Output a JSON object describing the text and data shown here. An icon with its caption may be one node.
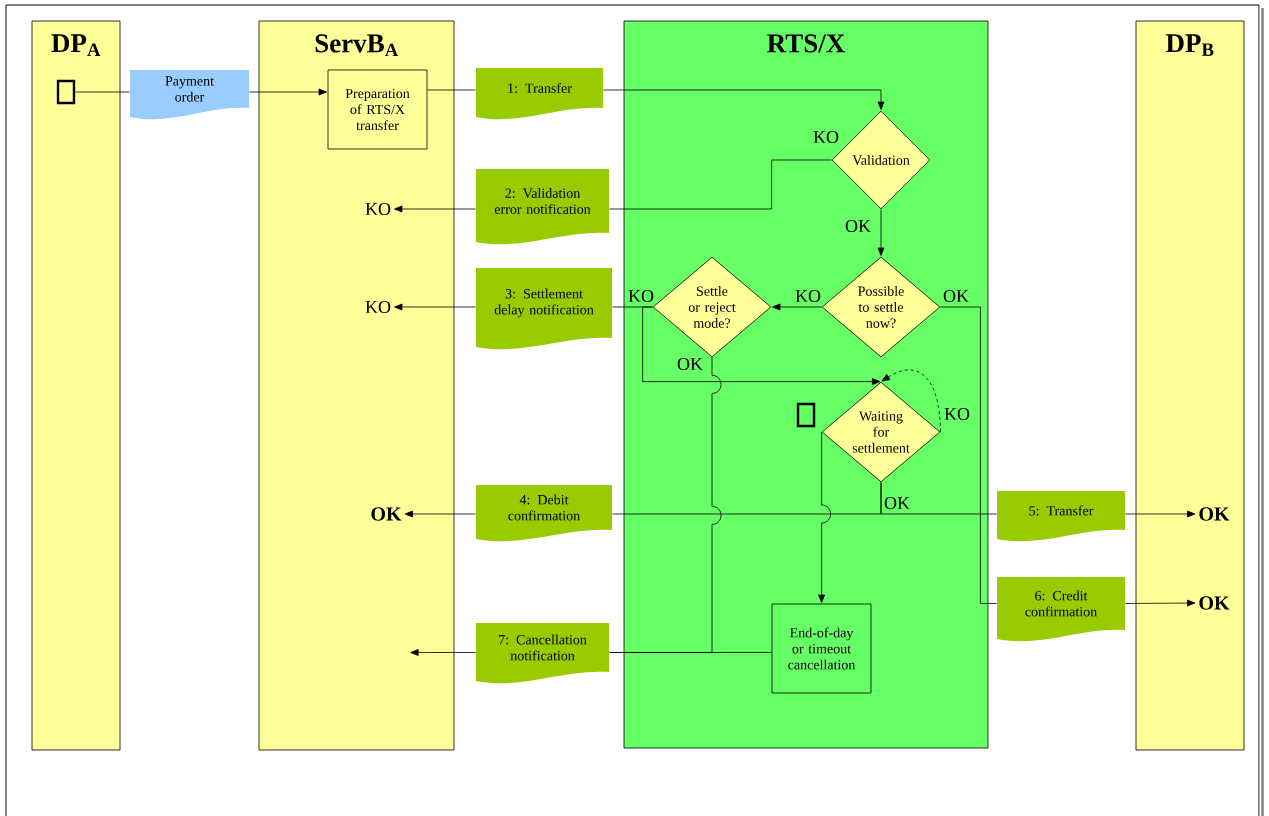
{
  "diagram": {
    "nodes": [
      {
        "text": [
          "**DP**$_{A}$"
        ]
      },
      {
        "text": [
          "**ServB**$_{A}$"
        ]
      },
      {
        "text": [
          "RTS/X"
        ]
      },
      {
        "text": [
          "**DP**$_{B}$"
        ]
      },
      {
        "text": [],
        "shape": "box",
        "in": 0
      },
      {
        "text": [
          "Payment order"
        ]
      },
      {
        "text": [
          "Preparation of RTS/X transfer"
        ],
        "in": 1
      },
      {
        "text": [
          "1: Transfer"
        ]
      },
      {
        "text": [
          "Validation"
        ],
        "in": 2
      },
      {
        "text": [
          "KO"
        ],
        "in": 1
      },
      {
        "text": [
          "2: Validation error notification"
        ]
      },
      {
        "text": [
          "Possible to settle now?"
        ],
        "in": 2
      },
      {
        "text": [
          "Settle or reject mode?"
        ],
        "in": 2
      },
      {
        "text": [
          "KO"
        ],
        "in": 1
      },
      {
        "text": [
          "3: Settlement delay notification"
        ]
      },
      {
        "text": [
          "Waiting for settlement"
        ],
        "in": 2
      },
      {
        "text": [],
        "shape": "box",
        "in": 2
      },
      {
        "text": [
          "OK"
        ],
        "in": 1
      },
      {
        "text": [
          "4: Debit confirmation"
        ]
      },
      {
        "text": [
          "5: Transfer"
        ]
      },
      {
        "text": [
          "OK"
        ],
        "in": 3
      },
      {
        "text": [
          "6: Credit confirmation"
        ]
      },
      {
        "text": [
          "OK"
        ],
        "in": 3
      },
      {
        "text": [
          "End-of-day or timeout cancellation"
        ],
        "in": 2
      },
      {
        "text": [
          "7: Cancellation notification"
        ]
      }
    ],
    "edges": [
      {
        "from": 4,
        "to": 5,
        "arrow": "none"
      },
      {
        "from": 5,
        "to": 6,
        "arrow": "to"
      },
      {
        "from": 6,
        "to": 7,
        "arrow": "none"
      },
      {
        "from": 7,
        "to": 8,
        "arrow": "to"
      },
      {
        "from": 8,
        "to": 10,
        "arrow": "none",
        "label": "KO"
      },
      {
        "from": 10,
        "to": 9,
        "arrow": "to"
      },
      {
        "from": 8,
        "to": 11,
        "arrow": "to",
        "label": "OK"
      },
      {
        "from": 11,
        "to": 12,
        "arrow": "to",
        "label": "KO"
      },
      {
        "from": 12,
        "to": 14,
        "arrow": "none",
        "label": "KO"
      },
      {
        "from": 14,
        "to": 13,
        "arrow": "to"
      },
      {
        "from": 12,
        "to": 15,
        "arrow": "to"
      },
      {
        "from": 12,
        "to": 24,
        "arrow": "none",
        "label": "OK"
      },
      {
        "from": 11,
        "to": 21,
        "arrow": "none",
        "label": "OK"
      },
      {
        "from": 15,
        "to": 18,
        "arrow": "none",
        "label": "OK"
      },
      {
        "from": 15,
        "to": 19,
        "arrow": "none"
      },
      {
        "from": 18,
        "to": 17,
        "arrow": "to"
      },
      {
        "from": 19,
        "to": 20,
        "arrow": "to"
      },
      {
        "from": 21,
        "to": 22,
        "arrow": "to"
      },
      {
        "from": 15,
        "to": 15,
        "arrow": "to",
        "style": "dashed",
        "label": "KO"
      },
      {
        "from": 15,
        "to": 23,
        "arrow": "to"
      },
      {
        "from": 23,
        "to": 24,
        "arrow": "none"
      },
      {
        "from": 24,
        "to": null,
        "arrow": "to"
      }
    ]
  }
}
